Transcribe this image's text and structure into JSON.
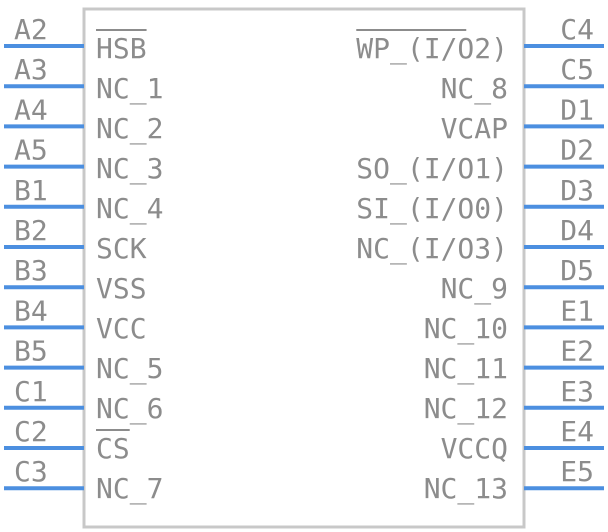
{
  "component": {
    "left_pins": [
      "A2",
      "A3",
      "A4",
      "A5",
      "B1",
      "B2",
      "B3",
      "B4",
      "B5",
      "C1",
      "C2",
      "C3"
    ],
    "right_pins": [
      "C4",
      "C5",
      "D1",
      "D2",
      "D3",
      "D4",
      "D5",
      "E1",
      "E2",
      "E3",
      "E4",
      "E5"
    ],
    "left_signals": [
      {
        "text": "HSB",
        "overbar": true
      },
      {
        "text": "NC_1",
        "overbar": false
      },
      {
        "text": "NC_2",
        "overbar": false
      },
      {
        "text": "NC_3",
        "overbar": false
      },
      {
        "text": "NC_4",
        "overbar": false
      },
      {
        "text": "SCK",
        "overbar": false
      },
      {
        "text": "VSS",
        "overbar": false
      },
      {
        "text": "VCC",
        "overbar": false
      },
      {
        "text": "NC_5",
        "overbar": false
      },
      {
        "text": "NC_6",
        "overbar": false
      },
      {
        "text": "CS",
        "overbar": true
      },
      {
        "text": "NC_7",
        "overbar": false
      }
    ],
    "right_signals": [
      {
        "text": "WP_(I/O2)",
        "overbar": true
      },
      {
        "text": "NC_8",
        "overbar": false
      },
      {
        "text": "VCAP",
        "overbar": false
      },
      {
        "text": "SO_(I/O1)",
        "overbar": false
      },
      {
        "text": "SI_(I/O0)",
        "overbar": false
      },
      {
        "text": "NC_(I/O3)",
        "overbar": false
      },
      {
        "text": "NC_9",
        "overbar": false
      },
      {
        "text": "NC_10",
        "overbar": false
      },
      {
        "text": "NC_11",
        "overbar": false
      },
      {
        "text": "NC_12",
        "overbar": false
      },
      {
        "text": "VCCQ",
        "overbar": false
      },
      {
        "text": "NC_13",
        "overbar": false
      }
    ],
    "colors": {
      "pin_line": "#4c8fe0",
      "text": "#8c8c8c",
      "outline": "#c8c8c8"
    }
  }
}
